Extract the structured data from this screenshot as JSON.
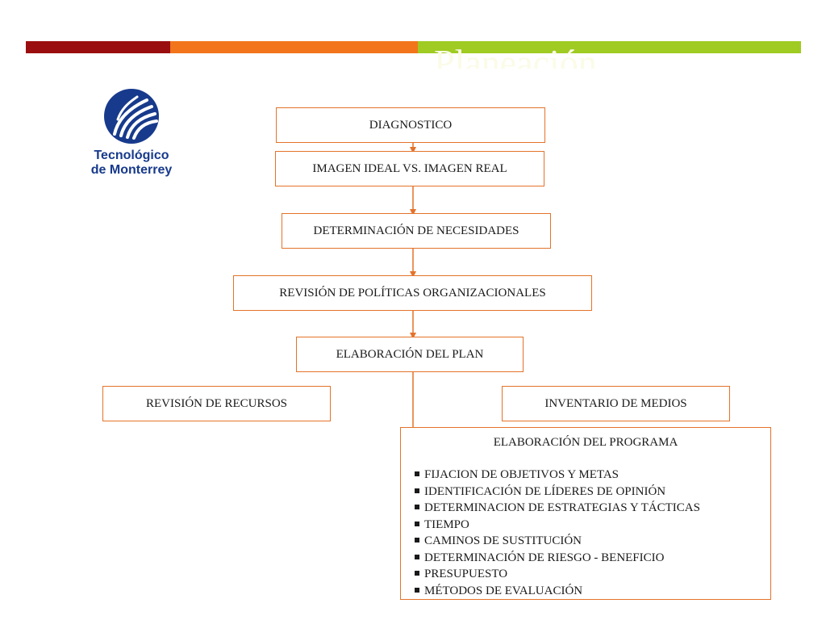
{
  "slide": {
    "title": "Planeación",
    "colors": {
      "bar_red": "#9b0e0f",
      "bar_orange": "#f2751b",
      "bar_green": "#9fcb22",
      "connector": "#e4732a",
      "logo_blue": "#173a8c"
    }
  },
  "logo": {
    "line1": "Tecnológico",
    "line2": "de Monterrey",
    "icon": "tec-monterrey-flame-logo"
  },
  "flow": {
    "diagnostico": "DIAGNOSTICO",
    "imagen": "IMAGEN IDEAL VS. IMAGEN REAL",
    "necesidades": "DETERMINACIÓN DE NECESIDADES",
    "politicas": "REVISIÓN DE POLÍTICAS ORGANIZACIONALES",
    "plan": "ELABORACIÓN DEL PLAN",
    "recursos": "REVISIÓN DE RECURSOS",
    "medios": "INVENTARIO DE MEDIOS"
  },
  "program": {
    "title": "ELABORACIÓN DEL PROGRAMA",
    "items": [
      "FIJACION DE OBJETIVOS Y METAS",
      "IDENTIFICACIÓN DE LÍDERES DE OPINIÓN",
      "DETERMINACION DE ESTRATEGIAS Y TÁCTICAS",
      "TIEMPO",
      "CAMINOS  DE SUSTITUCIÓN",
      "DETERMINACIÓN DE RIESGO - BENEFICIO",
      "PRESUPUESTO",
      "MÉTODOS DE EVALUACIÓN"
    ]
  }
}
